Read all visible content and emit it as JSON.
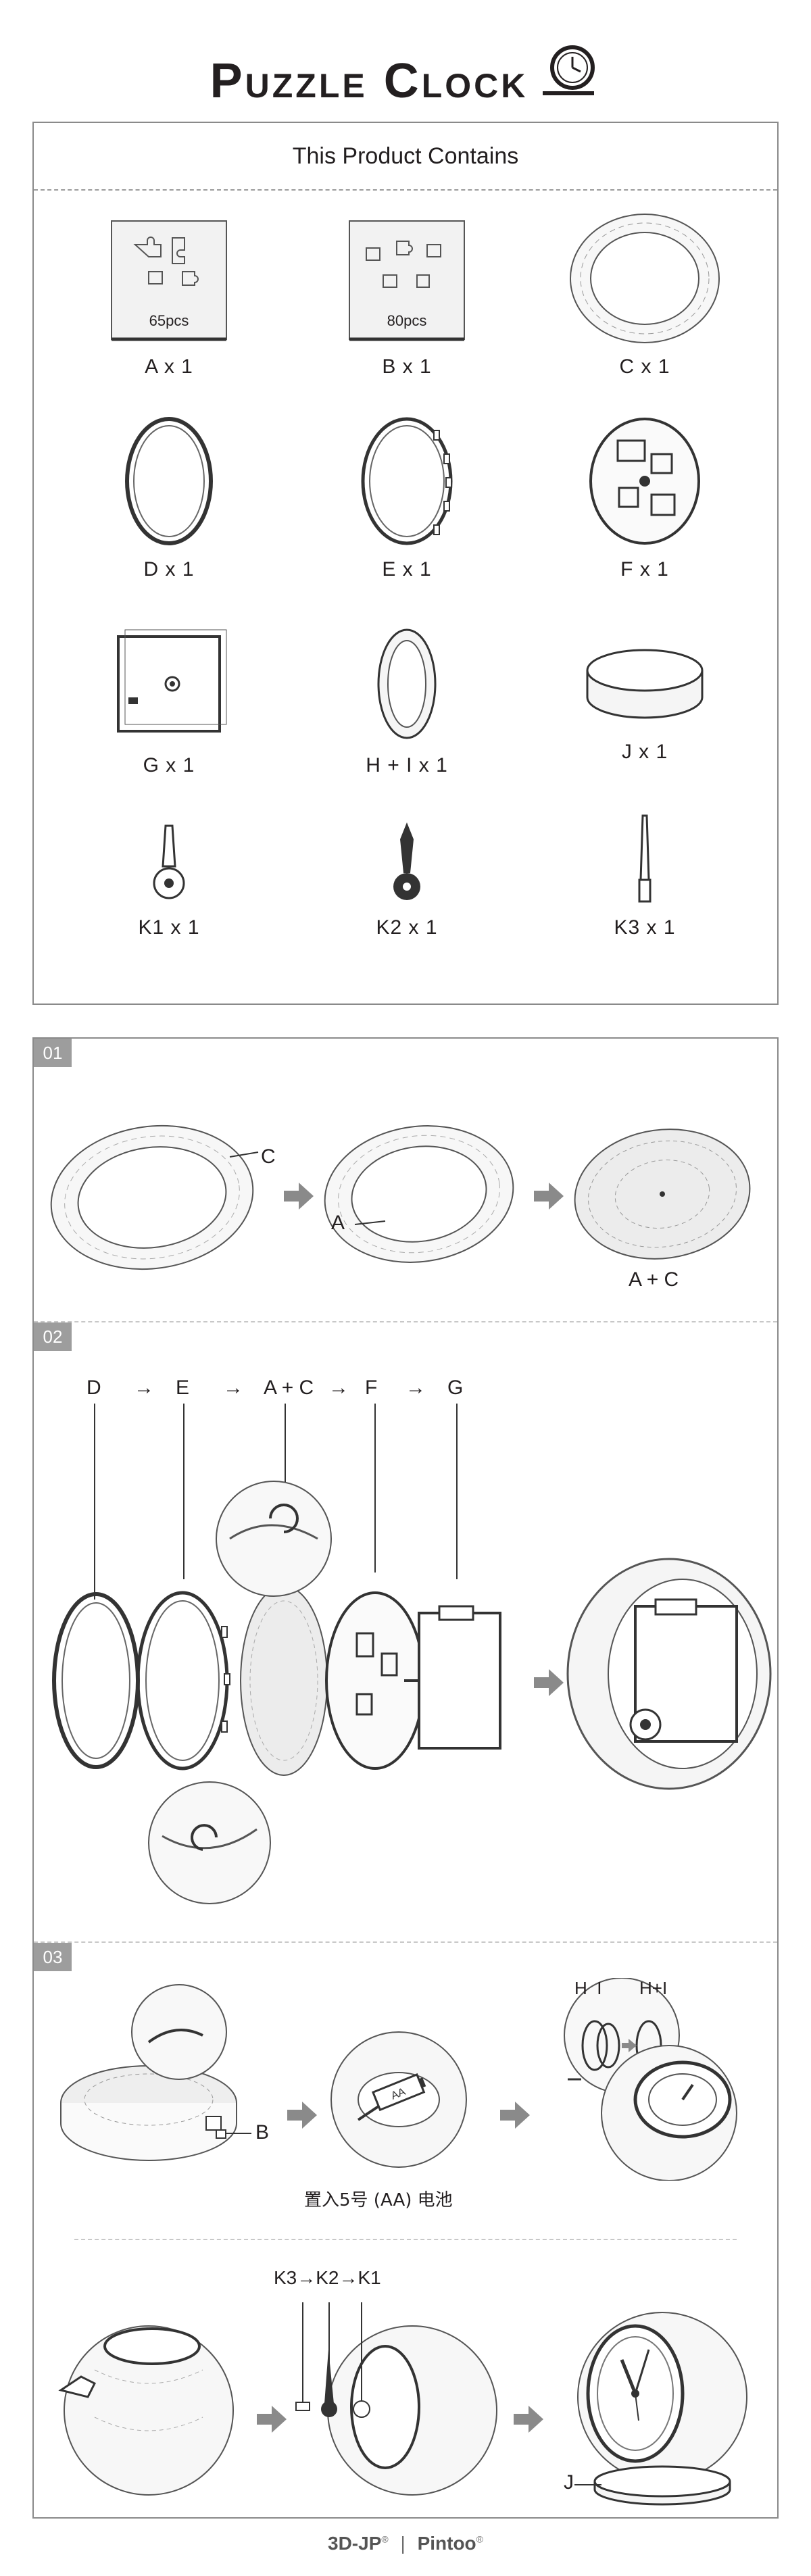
{
  "title": "Puzzle Clock",
  "contents": {
    "heading": "This Product Contains",
    "items": [
      {
        "label": "A x 1",
        "bag_text": "65pcs"
      },
      {
        "label": "B x 1",
        "bag_text": "80pcs"
      },
      {
        "label": "C x 1"
      },
      {
        "label": "D x 1"
      },
      {
        "label": "E x 1"
      },
      {
        "label": "F x 1"
      },
      {
        "label": "G x 1"
      },
      {
        "label": "H + I x 1"
      },
      {
        "label": "J x 1"
      },
      {
        "label": "K1 x 1"
      },
      {
        "label": "K2 x 1"
      },
      {
        "label": "K3 x 1"
      }
    ]
  },
  "steps": {
    "step1": {
      "number": "01",
      "label_c": "C",
      "label_a": "A",
      "result": "A + C"
    },
    "step2": {
      "number": "02",
      "sequence": [
        "D",
        "→",
        "E",
        "→",
        "A + C",
        "→",
        "F",
        "→",
        "G"
      ]
    },
    "step3": {
      "number": "03",
      "label_b": "B",
      "battery_note": "置入5号 (AA) 电池",
      "label_hi": "H  I",
      "label_hplus": "H+I",
      "battery_text": "AA",
      "hands_sequence": "K3→K2→K1",
      "label_j": "J"
    }
  },
  "footer": {
    "brand1": "3D-JP",
    "reg1": "®",
    "separator": "|",
    "brand2": "Pintoo",
    "reg2": "®"
  }
}
